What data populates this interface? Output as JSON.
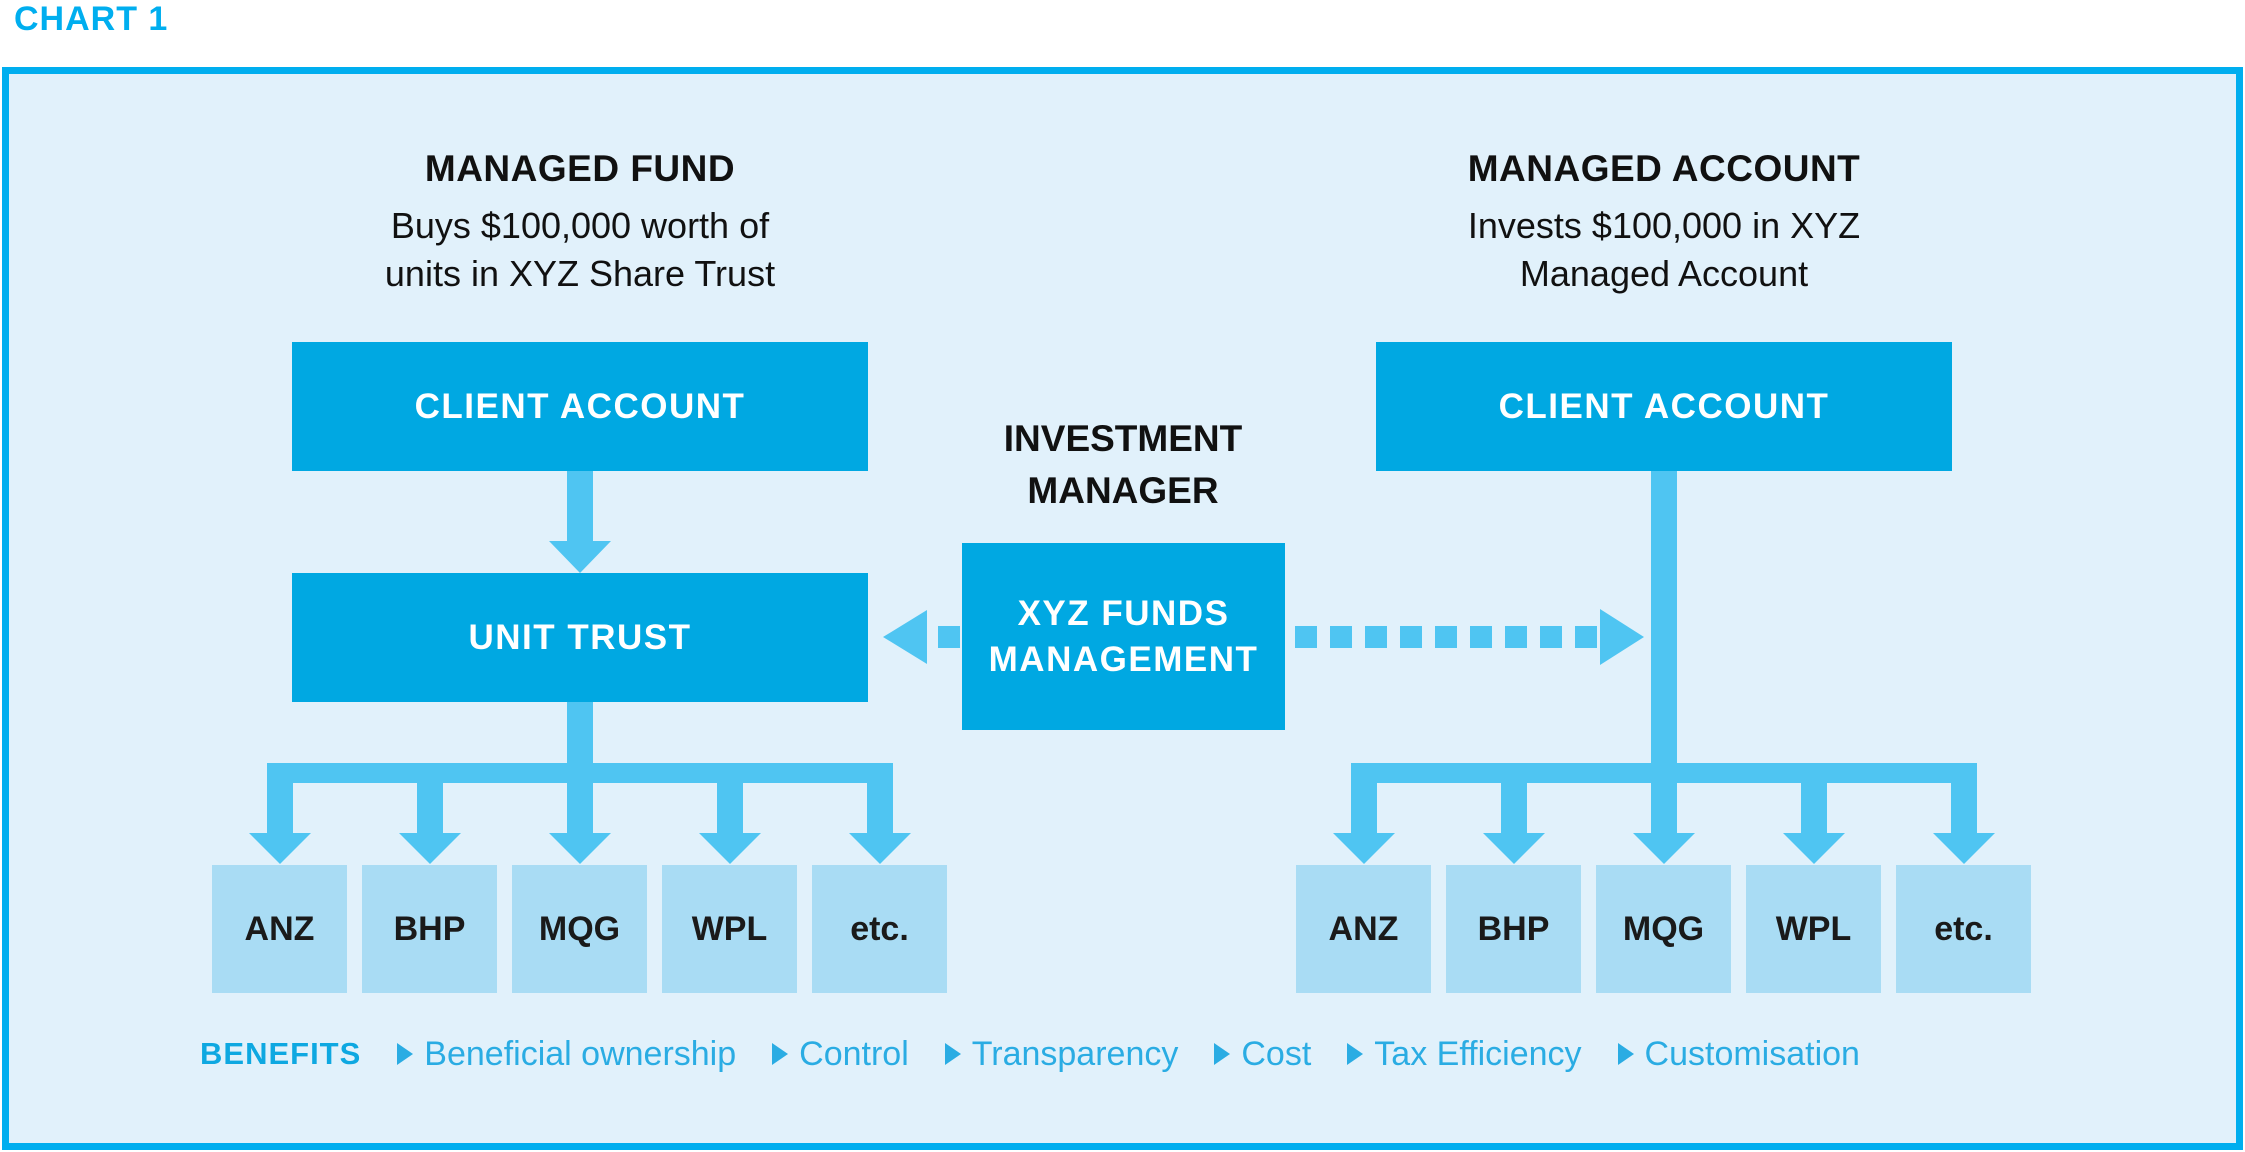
{
  "title": "CHART 1",
  "colors": {
    "title": "#00AEEF",
    "panel_border": "#00AEEF",
    "panel_bg": "#E1F1FB",
    "box": "#00A8E2",
    "box_text": "#FFFFFF",
    "arrow": "#4FC5F2",
    "holding_bg": "#A9DCF4",
    "benefits_text": "#2AACE3"
  },
  "left_column": {
    "heading": "MANAGED FUND",
    "sub_line1": "Buys $100,000 worth of",
    "sub_line2": "units in XYZ Share Trust",
    "client_box": "CLIENT ACCOUNT",
    "trust_box": "UNIT TRUST",
    "holdings": [
      "ANZ",
      "BHP",
      "MQG",
      "WPL",
      "etc."
    ]
  },
  "middle": {
    "heading_line1": "INVESTMENT",
    "heading_line2": "MANAGER",
    "box_line1": "XYZ FUNDS",
    "box_line2": "MANAGEMENT"
  },
  "right_column": {
    "heading": "MANAGED ACCOUNT",
    "sub_line1": "Invests $100,000 in XYZ",
    "sub_line2": "Managed Account",
    "client_box": "CLIENT ACCOUNT",
    "holdings": [
      "ANZ",
      "BHP",
      "MQG",
      "WPL",
      "etc."
    ]
  },
  "benefits": {
    "label": "BENEFITS",
    "items": [
      "Beneficial ownership",
      "Control",
      "Transparency",
      "Cost",
      "Tax Efficiency",
      "Customisation"
    ]
  }
}
